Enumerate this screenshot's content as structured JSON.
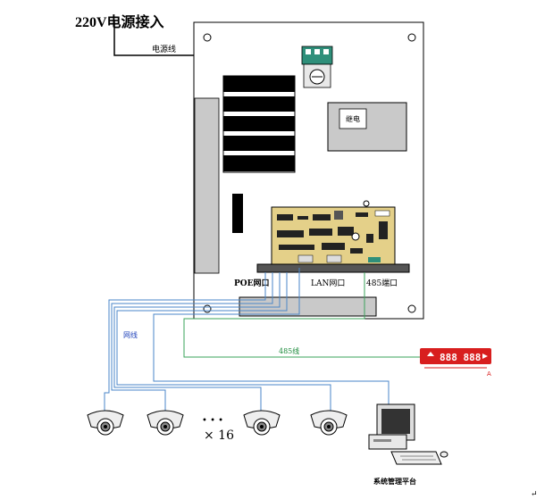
{
  "title": "220V电源接入",
  "labels": {
    "power_line": "电源线",
    "poe_port": "POE网口",
    "lan_port": "LAN网口",
    "port_485": "485端口",
    "relay_box": "继电",
    "net_cable": "网线",
    "line_485": "485线",
    "camera_multiplier": "× 16",
    "camera_ellipsis": "• • •",
    "mgmt_platform": "系统管理平台",
    "display_digits": "888 888",
    "display_label": "A",
    "corner_mark": "↵"
  },
  "colors": {
    "net_line": "#4a86c8",
    "line_485": "#3aa35a",
    "display": "#d81e1e",
    "panel_gray": "#c9c9c9",
    "pcb": "#e4d089",
    "terminal": "#2f8f7a"
  }
}
